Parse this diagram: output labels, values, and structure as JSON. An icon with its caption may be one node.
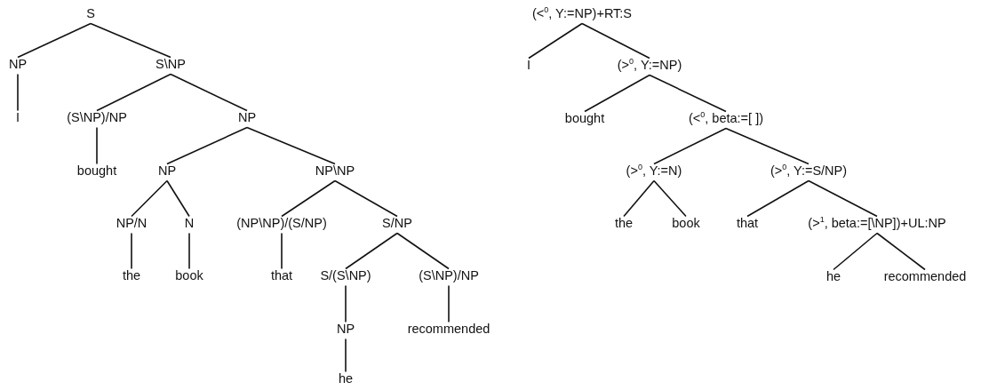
{
  "diagram": {
    "nodes": [
      {
        "text": [
          "S"
        ]
      },
      {
        "text": [
          "NP"
        ]
      },
      {
        "text": [
          "S\\NP"
        ]
      },
      {
        "text": [
          "I"
        ]
      },
      {
        "text": [
          "(S\\NP)/NP"
        ]
      },
      {
        "text": [
          "NP"
        ]
      },
      {
        "text": [
          "bought"
        ]
      },
      {
        "text": [
          "NP"
        ]
      },
      {
        "text": [
          "NP\\NP"
        ]
      },
      {
        "text": [
          "NP/N"
        ]
      },
      {
        "text": [
          "N"
        ]
      },
      {
        "text": [
          "(NP\\NP)/(S/NP)"
        ]
      },
      {
        "text": [
          "S/NP"
        ]
      },
      {
        "text": [
          "the"
        ]
      },
      {
        "text": [
          "book"
        ]
      },
      {
        "text": [
          "that"
        ]
      },
      {
        "text": [
          "S/(S\\NP)"
        ]
      },
      {
        "text": [
          "(S\\NP)/NP"
        ]
      },
      {
        "text": [
          "NP"
        ]
      },
      {
        "text": [
          "recommended"
        ]
      },
      {
        "text": [
          "he"
        ]
      },
      {
        "text": [
          "(<$^{0}$, Y:=NP)+RT:S"
        ]
      },
      {
        "text": [
          "I"
        ]
      },
      {
        "text": [
          "(>$^{0}$, Y:=NP)"
        ]
      },
      {
        "text": [
          "bought"
        ]
      },
      {
        "text": [
          "(<$^{0}$, beta:=[ ])"
        ]
      },
      {
        "text": [
          "(>$^{0}$, Y:=N)"
        ]
      },
      {
        "text": [
          "(>$^{0}$, Y:=S/NP)"
        ]
      },
      {
        "text": [
          "the"
        ]
      },
      {
        "text": [
          "book"
        ]
      },
      {
        "text": [
          "that"
        ]
      },
      {
        "text": [
          "(>$^{1}$, beta:=[\\NP])+UL:NP"
        ]
      },
      {
        "text": [
          "he"
        ]
      },
      {
        "text": [
          "recommended"
        ]
      }
    ],
    "edges": [
      {
        "from": 0,
        "to": 1,
        "arrow": "none"
      },
      {
        "from": 0,
        "to": 2,
        "arrow": "none"
      },
      {
        "from": 1,
        "to": 3,
        "arrow": "none"
      },
      {
        "from": 2,
        "to": 4,
        "arrow": "none"
      },
      {
        "from": 2,
        "to": 5,
        "arrow": "none"
      },
      {
        "from": 4,
        "to": 6,
        "arrow": "none"
      },
      {
        "from": 5,
        "to": 7,
        "arrow": "none"
      },
      {
        "from": 5,
        "to": 8,
        "arrow": "none"
      },
      {
        "from": 7,
        "to": 9,
        "arrow": "none"
      },
      {
        "from": 7,
        "to": 10,
        "arrow": "none"
      },
      {
        "from": 8,
        "to": 11,
        "arrow": "none"
      },
      {
        "from": 8,
        "to": 12,
        "arrow": "none"
      },
      {
        "from": 9,
        "to": 13,
        "arrow": "none"
      },
      {
        "from": 10,
        "to": 14,
        "arrow": "none"
      },
      {
        "from": 11,
        "to": 15,
        "arrow": "none"
      },
      {
        "from": 12,
        "to": 16,
        "arrow": "none"
      },
      {
        "from": 12,
        "to": 17,
        "arrow": "none"
      },
      {
        "from": 16,
        "to": 18,
        "arrow": "none"
      },
      {
        "from": 17,
        "to": 19,
        "arrow": "none"
      },
      {
        "from": 18,
        "to": 20,
        "arrow": "none"
      },
      {
        "from": 21,
        "to": 22,
        "arrow": "none"
      },
      {
        "from": 21,
        "to": 23,
        "arrow": "none"
      },
      {
        "from": 23,
        "to": 24,
        "arrow": "none"
      },
      {
        "from": 23,
        "to": 25,
        "arrow": "none"
      },
      {
        "from": 25,
        "to": 26,
        "arrow": "none"
      },
      {
        "from": 25,
        "to": 27,
        "arrow": "none"
      },
      {
        "from": 26,
        "to": 28,
        "arrow": "none"
      },
      {
        "from": 26,
        "to": 29,
        "arrow": "none"
      },
      {
        "from": 27,
        "to": 30,
        "arrow": "none"
      },
      {
        "from": 27,
        "to": 31,
        "arrow": "none"
      },
      {
        "from": 31,
        "to": 32,
        "arrow": "none"
      },
      {
        "from": 31,
        "to": 33,
        "arrow": "none"
      }
    ]
  }
}
